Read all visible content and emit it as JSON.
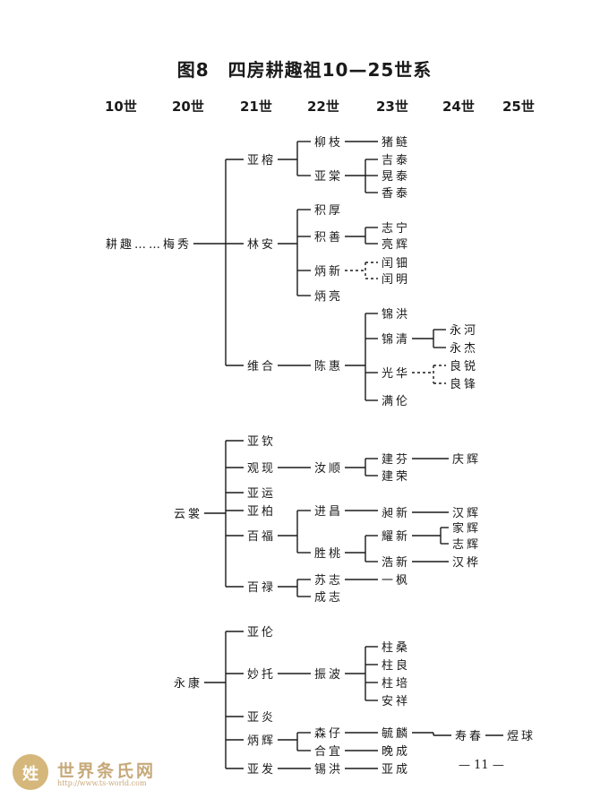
{
  "title": "图8　四房耕趣祖10—25世系",
  "generations": [
    "10世",
    "20世",
    "21世",
    "22世",
    "23世",
    "24世",
    "25世"
  ],
  "nodes": [
    {
      "id": "a0",
      "text": "耕趣……梅秀"
    },
    {
      "id": "b1",
      "text": "亚榕"
    },
    {
      "id": "b2",
      "text": "林安"
    },
    {
      "id": "b3",
      "text": "维合"
    },
    {
      "id": "c1",
      "text": "柳枝"
    },
    {
      "id": "c2",
      "text": "亚棠"
    },
    {
      "id": "c3",
      "text": "积厚"
    },
    {
      "id": "c4",
      "text": "积善"
    },
    {
      "id": "c5",
      "text": "炳新"
    },
    {
      "id": "c6",
      "text": "炳亮"
    },
    {
      "id": "c7",
      "text": "陈惠"
    },
    {
      "id": "d1",
      "text": "猪鲢"
    },
    {
      "id": "d2",
      "text": "吉泰"
    },
    {
      "id": "d3",
      "text": "晃泰"
    },
    {
      "id": "d4",
      "text": "香泰"
    },
    {
      "id": "d5",
      "text": "志宁"
    },
    {
      "id": "d6",
      "text": "亮辉"
    },
    {
      "id": "d7",
      "text": "闰钿"
    },
    {
      "id": "d8",
      "text": "闰明"
    },
    {
      "id": "d9",
      "text": "锦洪"
    },
    {
      "id": "d10",
      "text": "锦清"
    },
    {
      "id": "d11",
      "text": "光华"
    },
    {
      "id": "d12",
      "text": "满伦"
    },
    {
      "id": "e1",
      "text": "永河"
    },
    {
      "id": "e2",
      "text": "永杰"
    },
    {
      "id": "e3",
      "text": "良锐"
    },
    {
      "id": "e4",
      "text": "良锋"
    },
    {
      "id": "g1",
      "text": "云裳"
    },
    {
      "id": "h1",
      "text": "亚钦"
    },
    {
      "id": "h2",
      "text": "观现"
    },
    {
      "id": "h3",
      "text": "亚运"
    },
    {
      "id": "h4",
      "text": "亚柏"
    },
    {
      "id": "h5",
      "text": "百福"
    },
    {
      "id": "h6",
      "text": "百禄"
    },
    {
      "id": "i1",
      "text": "汝顺"
    },
    {
      "id": "i2",
      "text": "进昌"
    },
    {
      "id": "i3",
      "text": "胜桃"
    },
    {
      "id": "i4",
      "text": "苏志"
    },
    {
      "id": "i5",
      "text": "成志"
    },
    {
      "id": "j1",
      "text": "建芬"
    },
    {
      "id": "j2",
      "text": "建荣"
    },
    {
      "id": "j3",
      "text": "昶新"
    },
    {
      "id": "j4",
      "text": "耀新"
    },
    {
      "id": "j5",
      "text": "浩新"
    },
    {
      "id": "j6",
      "text": "一枫"
    },
    {
      "id": "k1",
      "text": "庆辉"
    },
    {
      "id": "k2",
      "text": "汉辉"
    },
    {
      "id": "k3",
      "text": "家辉"
    },
    {
      "id": "k4",
      "text": "志辉"
    },
    {
      "id": "k5",
      "text": "汉桦"
    },
    {
      "id": "m1",
      "text": "永康"
    },
    {
      "id": "n1",
      "text": "亚伦"
    },
    {
      "id": "n2",
      "text": "妙托"
    },
    {
      "id": "n3",
      "text": "亚炎"
    },
    {
      "id": "n4",
      "text": "炳辉"
    },
    {
      "id": "n5",
      "text": "亚发"
    },
    {
      "id": "p1",
      "text": "振波"
    },
    {
      "id": "p2",
      "text": "森仔"
    },
    {
      "id": "p3",
      "text": "合宜"
    },
    {
      "id": "p4",
      "text": "锡洪"
    },
    {
      "id": "q1",
      "text": "柱桑"
    },
    {
      "id": "q2",
      "text": "柱良"
    },
    {
      "id": "q3",
      "text": "柱培"
    },
    {
      "id": "q4",
      "text": "安祥"
    },
    {
      "id": "q5",
      "text": "毓麟"
    },
    {
      "id": "q6",
      "text": "晚成"
    },
    {
      "id": "q7",
      "text": "亚成"
    },
    {
      "id": "r1",
      "text": "寿春"
    },
    {
      "id": "s1",
      "text": "煜球"
    }
  ],
  "page_number": "11",
  "watermark": {
    "logo_text": "姓",
    "site_name": "世界条氏网",
    "url": "http://www.ts-world.com"
  }
}
